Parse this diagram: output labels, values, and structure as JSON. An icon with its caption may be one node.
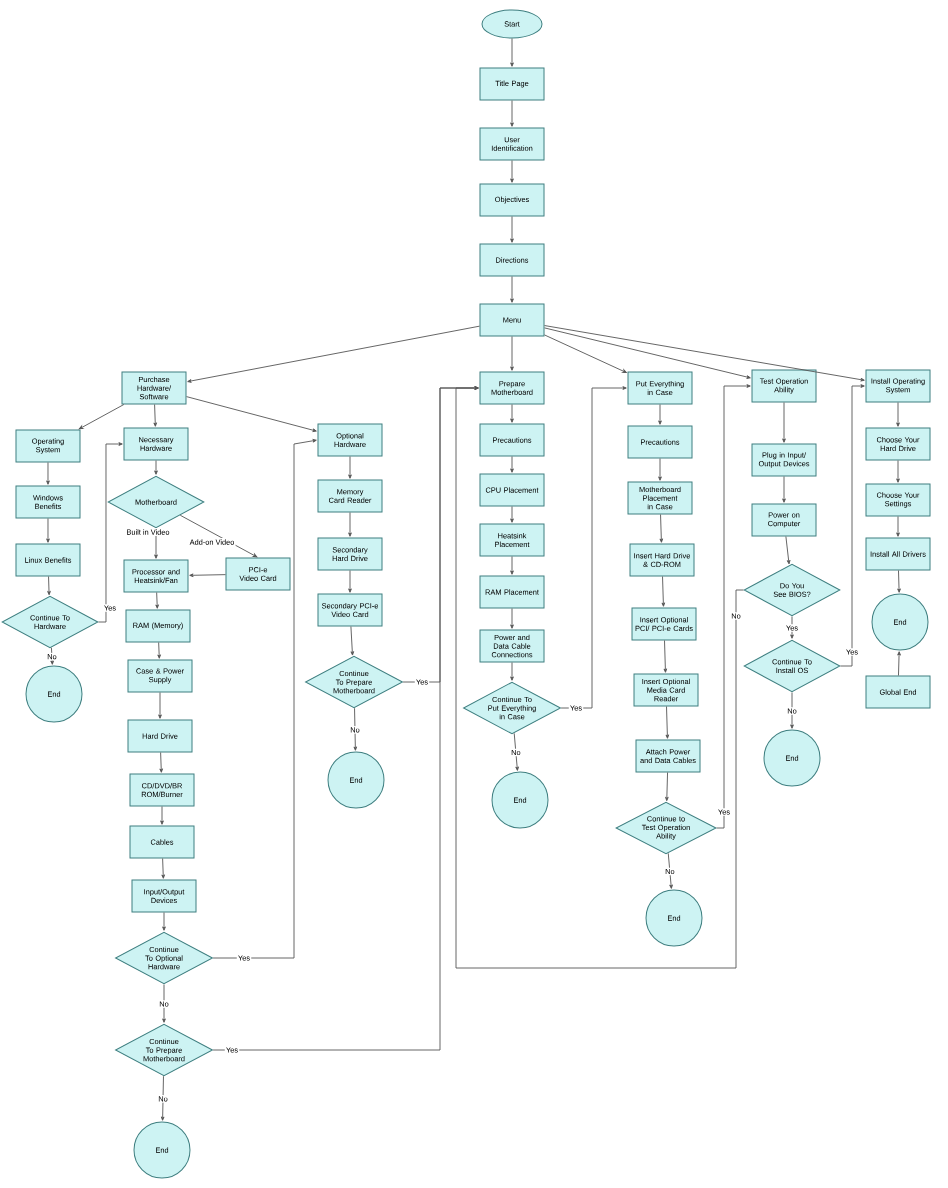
{
  "diagram": {
    "nodes": [
      {
        "text": [
          "Start"
        ]
      },
      {
        "text": [
          "Title Page"
        ]
      },
      {
        "text": [
          "User Identification"
        ]
      },
      {
        "text": [
          "Objectives"
        ]
      },
      {
        "text": [
          "Directions"
        ]
      },
      {
        "text": [
          "Menu"
        ]
      },
      {
        "text": [
          "Purchase Hardware/ Software"
        ]
      },
      {
        "text": [
          "Operating System"
        ]
      },
      {
        "text": [
          "Windows Benefits"
        ]
      },
      {
        "text": [
          "Linux Benefits"
        ]
      },
      {
        "text": [
          "Continue To Hardware"
        ]
      },
      {
        "text": [
          "End"
        ]
      },
      {
        "text": [
          "Necessary Hardware"
        ]
      },
      {
        "text": [
          "Motherboard"
        ]
      },
      {
        "text": [
          "Processor and Heatsink/Fan"
        ]
      },
      {
        "text": [
          "PCI-e Video Card"
        ]
      },
      {
        "text": [
          "RAM (Memory)"
        ]
      },
      {
        "text": [
          "Case & Power Supply"
        ]
      },
      {
        "text": [
          "Hard Drive"
        ]
      },
      {
        "text": [
          "CD/DVD/BR ROM/Burner"
        ]
      },
      {
        "text": [
          "Cables"
        ]
      },
      {
        "text": [
          "Input/Output Devices"
        ]
      },
      {
        "text": [
          "Continue To Optional Hardware"
        ]
      },
      {
        "text": [
          "Continue To Prepare Motherboard"
        ]
      },
      {
        "text": [
          "End"
        ]
      },
      {
        "text": [
          "Optional Hardware"
        ]
      },
      {
        "text": [
          "Memory Card Reader"
        ]
      },
      {
        "text": [
          "Secondary Hard Drive"
        ]
      },
      {
        "text": [
          "Secondary PCI-e Video Card"
        ]
      },
      {
        "text": [
          "Continue To Prepare Motherboard"
        ]
      },
      {
        "text": [
          "End"
        ]
      },
      {
        "text": [
          "Prepare Motherboard"
        ]
      },
      {
        "text": [
          "Precautions"
        ]
      },
      {
        "text": [
          "CPU Placement"
        ]
      },
      {
        "text": [
          "Heatsink Placement"
        ]
      },
      {
        "text": [
          "RAM Placement"
        ]
      },
      {
        "text": [
          "Power and Data Cable Connections"
        ]
      },
      {
        "text": [
          "Continue To Put Everything in Case"
        ]
      },
      {
        "text": [
          "End"
        ]
      },
      {
        "text": [
          "Put Everything in Case"
        ]
      },
      {
        "text": [
          "Precautions"
        ]
      },
      {
        "text": [
          "Motherboard Placement in Case"
        ]
      },
      {
        "text": [
          "Insert Hard Drive & CD-ROM"
        ]
      },
      {
        "text": [
          "Insert Optional PCI/ PCI-e Cards"
        ]
      },
      {
        "text": [
          "Insert Optional Media Card Reader"
        ]
      },
      {
        "text": [
          "Attach Power and Data Cables"
        ]
      },
      {
        "text": [
          "Continue to Test Operation Ability"
        ]
      },
      {
        "text": [
          "End"
        ]
      },
      {
        "text": [
          "Test Operation Ability"
        ]
      },
      {
        "text": [
          "Plug in Input/ Output Devices"
        ]
      },
      {
        "text": [
          "Power on Computer"
        ]
      },
      {
        "text": [
          "Do You See BIOS?"
        ]
      },
      {
        "text": [
          "Continue To Install OS"
        ]
      },
      {
        "text": [
          "End"
        ]
      },
      {
        "text": [
          "Install Operating System"
        ]
      },
      {
        "text": [
          "Choose Your Hard Drive"
        ]
      },
      {
        "text": [
          "Choose Your Settings"
        ]
      },
      {
        "text": [
          "Install All Drivers"
        ]
      },
      {
        "text": [
          "End"
        ]
      },
      {
        "text": [
          "Global End"
        ]
      }
    ],
    "edges": [
      {
        "from": 0,
        "to": 1,
        "arrow": "to"
      },
      {
        "from": 1,
        "to": 2,
        "arrow": "to"
      },
      {
        "from": 2,
        "to": 3,
        "arrow": "to"
      },
      {
        "from": 3,
        "to": 4,
        "arrow": "to"
      },
      {
        "from": 4,
        "to": 5,
        "arrow": "to"
      },
      {
        "from": 5,
        "to": 6,
        "arrow": "to"
      },
      {
        "from": 5,
        "to": 31,
        "arrow": "to"
      },
      {
        "from": 5,
        "to": 39,
        "arrow": "to"
      },
      {
        "from": 5,
        "to": 48,
        "arrow": "to"
      },
      {
        "from": 5,
        "to": 54,
        "arrow": "to"
      },
      {
        "from": 6,
        "to": 7,
        "arrow": "to"
      },
      {
        "from": 6,
        "to": 12,
        "arrow": "to"
      },
      {
        "from": 6,
        "to": 25,
        "arrow": "to"
      },
      {
        "from": 7,
        "to": 8,
        "arrow": "to"
      },
      {
        "from": 8,
        "to": 9,
        "arrow": "to"
      },
      {
        "from": 9,
        "to": 10,
        "arrow": "to"
      },
      {
        "from": 10,
        "to": 11,
        "arrow": "to",
        "label": "No"
      },
      {
        "from": 10,
        "to": 12,
        "arrow": "to",
        "label": "Yes"
      },
      {
        "from": 12,
        "to": 13,
        "arrow": "to"
      },
      {
        "from": 13,
        "to": 14,
        "arrow": "to",
        "label": "Built in Video"
      },
      {
        "from": 13,
        "to": 15,
        "arrow": "to",
        "label": "Add-on Video"
      },
      {
        "from": 15,
        "to": 14,
        "arrow": "to"
      },
      {
        "from": 14,
        "to": 16,
        "arrow": "to"
      },
      {
        "from": 16,
        "to": 17,
        "arrow": "to"
      },
      {
        "from": 17,
        "to": 18,
        "arrow": "to"
      },
      {
        "from": 18,
        "to": 19,
        "arrow": "to"
      },
      {
        "from": 19,
        "to": 20,
        "arrow": "to"
      },
      {
        "from": 20,
        "to": 21,
        "arrow": "to"
      },
      {
        "from": 21,
        "to": 22,
        "arrow": "to"
      },
      {
        "from": 22,
        "to": 25,
        "arrow": "to",
        "label": "Yes"
      },
      {
        "from": 22,
        "to": 23,
        "arrow": "to",
        "label": "No"
      },
      {
        "from": 23,
        "to": 31,
        "arrow": "to",
        "label": "Yes"
      },
      {
        "from": 23,
        "to": 24,
        "arrow": "to",
        "label": "No"
      },
      {
        "from": 25,
        "to": 26,
        "arrow": "to"
      },
      {
        "from": 26,
        "to": 27,
        "arrow": "to"
      },
      {
        "from": 27,
        "to": 28,
        "arrow": "to"
      },
      {
        "from": 28,
        "to": 29,
        "arrow": "to"
      },
      {
        "from": 29,
        "to": 31,
        "arrow": "to",
        "label": "Yes"
      },
      {
        "from": 29,
        "to": 30,
        "arrow": "to",
        "label": "No"
      },
      {
        "from": 31,
        "to": 32,
        "arrow": "to"
      },
      {
        "from": 32,
        "to": 33,
        "arrow": "to"
      },
      {
        "from": 33,
        "to": 34,
        "arrow": "to"
      },
      {
        "from": 34,
        "to": 35,
        "arrow": "to"
      },
      {
        "from": 35,
        "to": 36,
        "arrow": "to"
      },
      {
        "from": 36,
        "to": 37,
        "arrow": "to"
      },
      {
        "from": 37,
        "to": 39,
        "arrow": "to",
        "label": "Yes"
      },
      {
        "from": 37,
        "to": 38,
        "arrow": "to",
        "label": "No"
      },
      {
        "from": 39,
        "to": 40,
        "arrow": "to"
      },
      {
        "from": 40,
        "to": 41,
        "arrow": "to"
      },
      {
        "from": 41,
        "to": 42,
        "arrow": "to"
      },
      {
        "from": 42,
        "to": 43,
        "arrow": "to"
      },
      {
        "from": 43,
        "to": 44,
        "arrow": "to"
      },
      {
        "from": 44,
        "to": 45,
        "arrow": "to"
      },
      {
        "from": 45,
        "to": 46,
        "arrow": "to"
      },
      {
        "from": 46,
        "to": 48,
        "arrow": "to",
        "label": "Yes"
      },
      {
        "from": 46,
        "to": 47,
        "arrow": "to",
        "label": "No"
      },
      {
        "from": 48,
        "to": 49,
        "arrow": "to"
      },
      {
        "from": 49,
        "to": 50,
        "arrow": "to"
      },
      {
        "from": 50,
        "to": 51,
        "arrow": "to"
      },
      {
        "from": 51,
        "to": 52,
        "arrow": "to",
        "label": "Yes"
      },
      {
        "from": 51,
        "to": 31,
        "arrow": "to",
        "label": "No"
      },
      {
        "from": 52,
        "to": 54,
        "arrow": "to",
        "label": "Yes"
      },
      {
        "from": 52,
        "to": 53,
        "arrow": "to",
        "label": "No"
      },
      {
        "from": 54,
        "to": 55,
        "arrow": "to"
      },
      {
        "from": 55,
        "to": 56,
        "arrow": "to"
      },
      {
        "from": 56,
        "to": 57,
        "arrow": "to"
      },
      {
        "from": 57,
        "to": 58,
        "arrow": "to"
      },
      {
        "from": 59,
        "to": 58,
        "arrow": "to"
      }
    ]
  }
}
